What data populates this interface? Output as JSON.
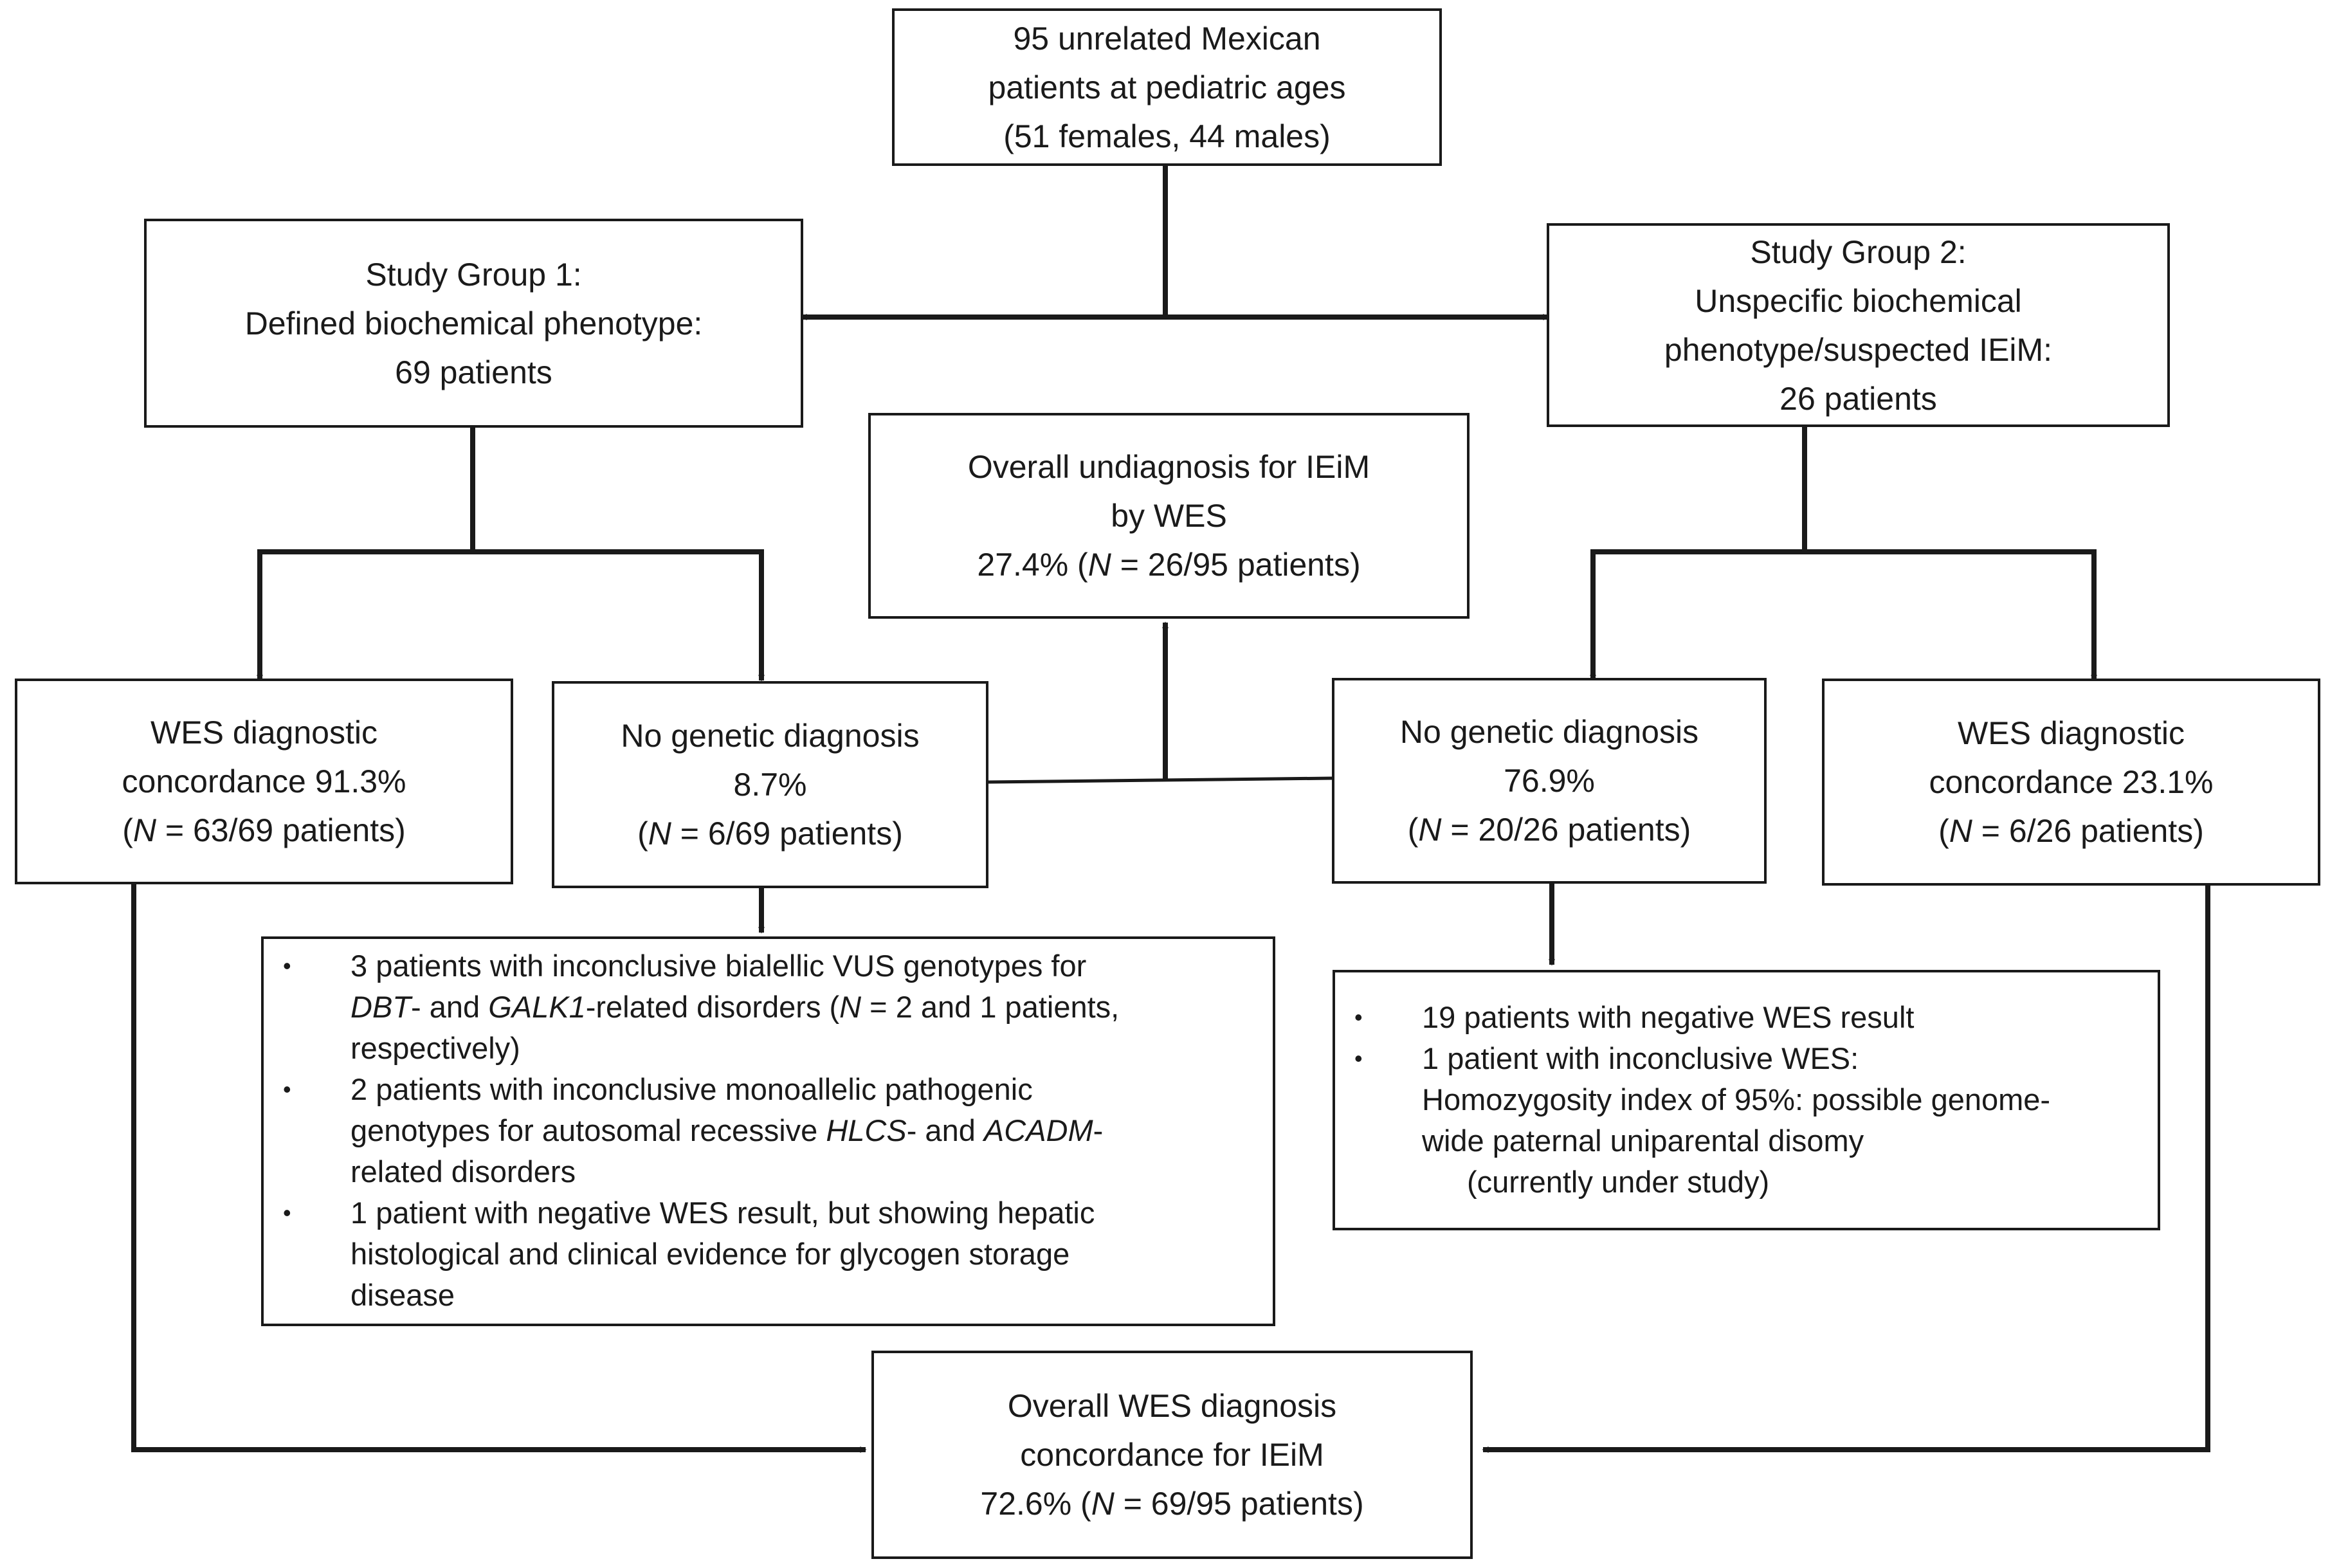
{
  "top": {
    "line1": "95 unrelated Mexican",
    "line2": "patients at pediatric ages",
    "line3": "(51 females, 44 males)"
  },
  "group1": {
    "line1": "Study Group 1:",
    "line2": "Defined biochemical phenotype:",
    "line3": "69 patients"
  },
  "group2": {
    "line1": "Study Group 2:",
    "line2": "Unspecific biochemical",
    "line3": "phenotype/suspected IEiM:",
    "line4": "26 patients"
  },
  "undiagnosis": {
    "line1": "Overall undiagnosis for IEiM",
    "line2": "by WES",
    "line3_pre": "27.4% (",
    "line3_n": "N",
    "line3_post": " = 26/95 patients)"
  },
  "g1_concordance": {
    "line1": "WES diagnostic",
    "line2": "concordance 91.3%",
    "line3_pre": "(",
    "line3_n": "N",
    "line3_post": " = 63/69 patients)"
  },
  "g1_nodiag": {
    "line1": "No genetic diagnosis",
    "line2": "8.7%",
    "line3_pre": "(",
    "line3_n": "N",
    "line3_post": " = 6/69 patients)"
  },
  "g2_nodiag": {
    "line1": "No genetic diagnosis",
    "line2": "76.9%",
    "line3_pre": "(",
    "line3_n": "N",
    "line3_post": " = 20/26 patients)"
  },
  "g2_concordance": {
    "line1": "WES diagnostic",
    "line2": "concordance 23.1%",
    "line3_pre": "(",
    "line3_n": "N",
    "line3_post": " = 6/26 patients)"
  },
  "g1_details": {
    "item1_l1": "3  patients with inconclusive bialellic VUS genotypes for",
    "item1_l2_g1": "DBT",
    "item1_l2_t1": "- and ",
    "item1_l2_g2": "GALK1",
    "item1_l2_t2": "-related disorders (",
    "item1_l2_n": "N",
    "item1_l2_t3": " = 2 and 1 patients,",
    "item1_l3": "respectively)",
    "item2_l1": "2 patients with inconclusive monoallelic pathogenic",
    "item2_l2_t1": "genotypes for autosomal recessive ",
    "item2_l2_g1": "HLCS",
    "item2_l2_t2": "- and ",
    "item2_l2_g2": "ACADM",
    "item2_l2_t3": "-",
    "item2_l3": "related disorders",
    "item3_l1": "1 patient with negative WES result, but showing hepatic",
    "item3_l2": "histological and clinical evidence for glycogen storage",
    "item3_l3": "disease"
  },
  "g2_details": {
    "item1": "19 patients with negative WES result",
    "item2_l1": "1  patient with inconclusive WES:",
    "item2_l2": "Homozygosity index of 95%: possible genome-",
    "item2_l3": "wide paternal uniparental disomy",
    "item2_l4": "(currently under study)"
  },
  "overall": {
    "line1": "Overall WES diagnosis",
    "line2": "concordance for IEiM",
    "line3_pre": "72.6% (",
    "line3_n": "N",
    "line3_post": " = 69/95 patients)"
  }
}
